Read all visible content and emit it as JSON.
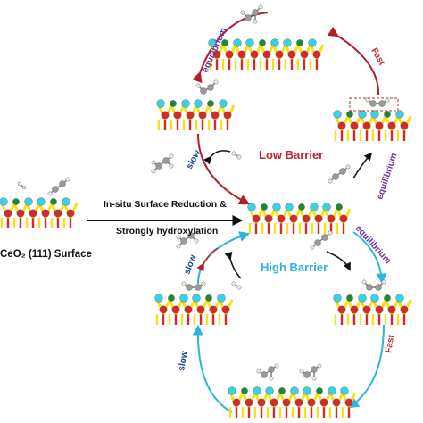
{
  "labels": {
    "surface_label": "CeO₂ (111) Surface",
    "reduction_line1": "In-situ Surface Reduction &",
    "reduction_line2": "Strongly hydroxylation",
    "low_barrier": "Low Barrier",
    "high_barrier": "High Barrier",
    "equilibrium_top_left": "equilibrium",
    "fast_top_right": "Fast",
    "slow_top_left": "slow",
    "equilibrium_right_mid": "equilibrium",
    "equilibrium_right_lower": "equilibrium",
    "slow_lower_left": "slow",
    "slow_bottom_left": "slow",
    "fast_bottom_right": "Fast"
  },
  "colors": {
    "low_cycle": "#b01e2a",
    "high_cycle": "#2fb4e0",
    "equilibrium_text": "#6a2fa8",
    "low_barrier_text": "#c0272d",
    "high_barrier_text": "#2fb4e0",
    "slow_red": "#c0272d",
    "slow_blue": "#1a3f8f",
    "ce_atom": "#f5e21a",
    "o_lattice": "#d42a2a",
    "o_surface": "#3ad0e6",
    "ga_atom": "#1a8a3a",
    "c_atom": "#9a9a9a",
    "h_atom": "#e8e8e8"
  }
}
